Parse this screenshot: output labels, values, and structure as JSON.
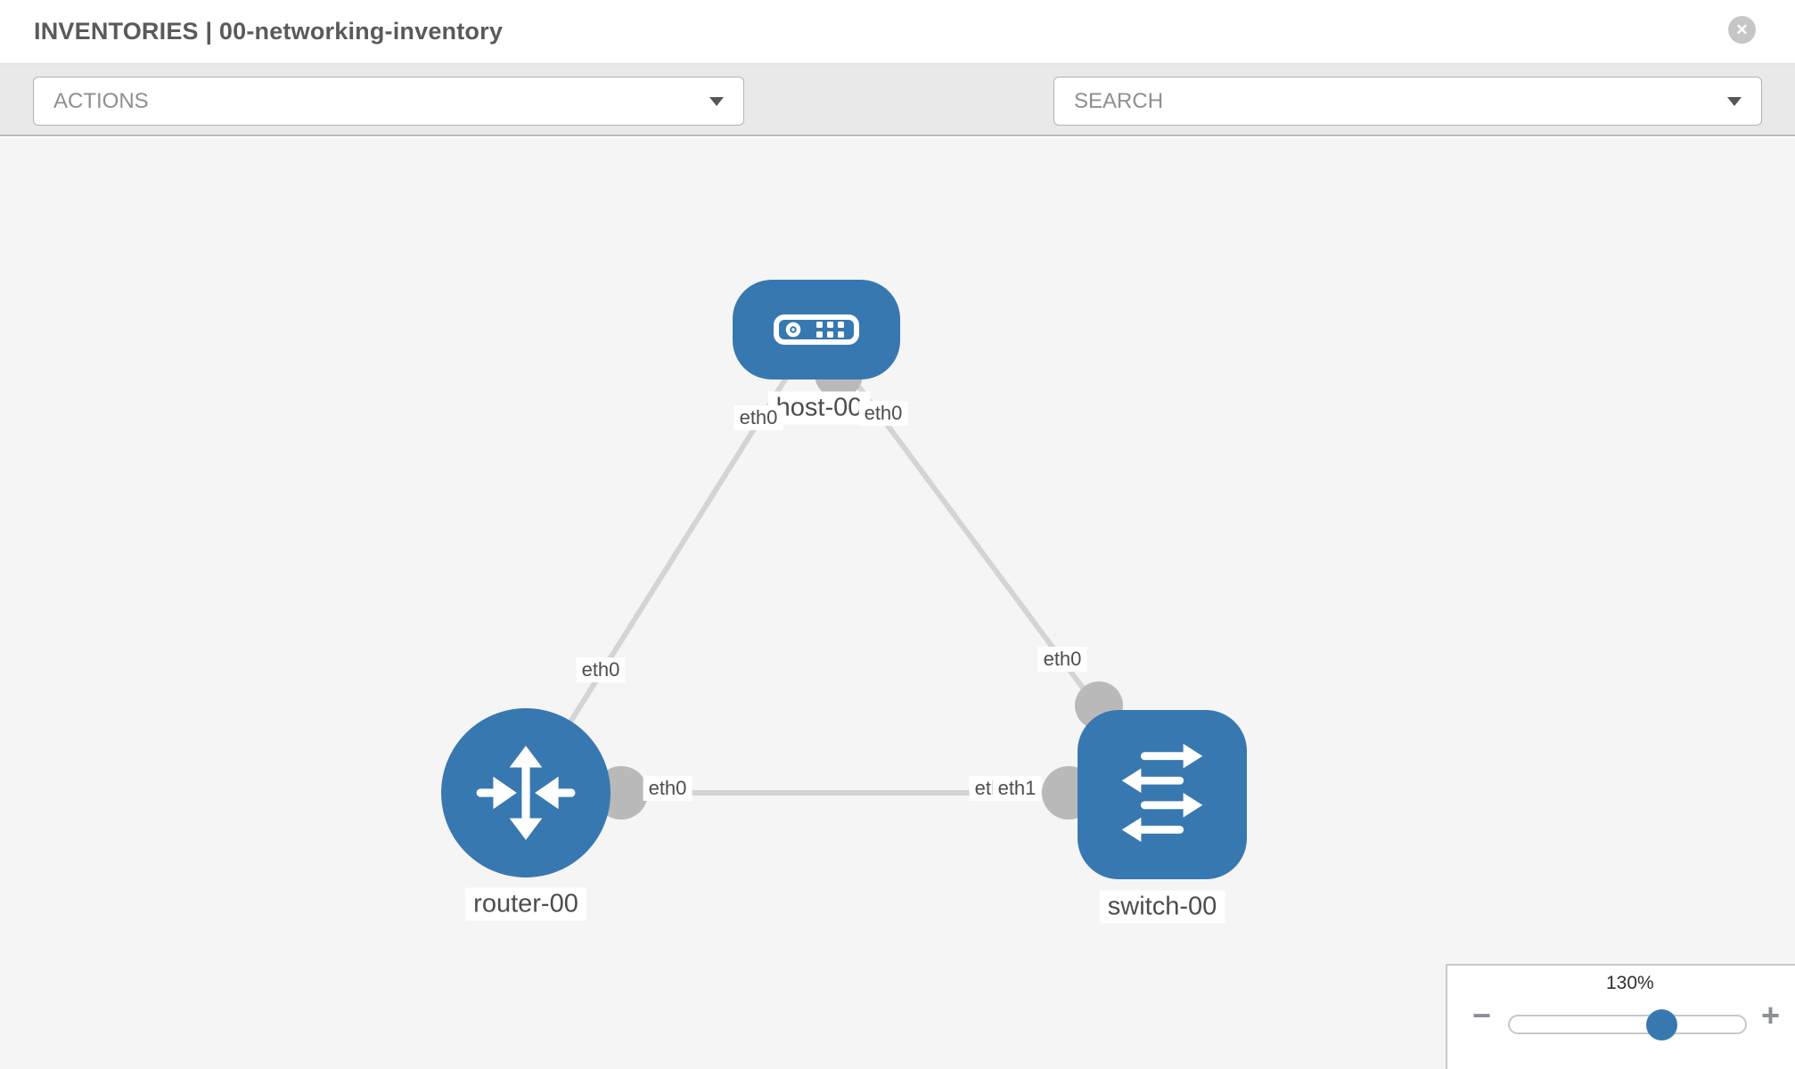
{
  "header": {
    "title": "INVENTORIES | 00-networking-inventory",
    "close_glyph": "✕"
  },
  "toolbar": {
    "actions_dropdown": {
      "value": "ACTIONS"
    },
    "search_dropdown": {
      "value": "SEARCH"
    },
    "icons": {
      "wrench": "wrench-icon",
      "key": "key-icon"
    }
  },
  "topology": {
    "nodes": [
      {
        "label": "host-00",
        "type": "host",
        "shape": "rounded-rect",
        "icon": "host-icon"
      },
      {
        "label": "router-00",
        "type": "router",
        "shape": "circle",
        "icon": "router-icon"
      },
      {
        "label": "switch-00",
        "type": "switch",
        "shape": "rounded-square",
        "icon": "switch-icon"
      }
    ],
    "interfaces": {
      "host_router_host_end": "eth0",
      "host_router_router_end": "eth0",
      "host_switch_host_end": "eth0",
      "host_switch_switch_end": "eth0",
      "router_switch_router_end": "eth0",
      "router_switch_switch_end_back": "eth0",
      "router_switch_switch_end_front": "eth1"
    },
    "links": [
      {
        "from": "host-00",
        "to": "router-00"
      },
      {
        "from": "host-00",
        "to": "switch-00"
      },
      {
        "from": "router-00",
        "to": "switch-00"
      }
    ]
  },
  "zoom_control": {
    "level": "130%",
    "minus_glyph": "−",
    "plus_glyph": "+"
  },
  "colors": {
    "node_blue": "#3878b0",
    "link_gray": "#d4d4d4",
    "connector_gray": "#b9b9b9",
    "toolbar_bg": "#e9e9e9",
    "canvas_bg": "#f5f5f5"
  }
}
